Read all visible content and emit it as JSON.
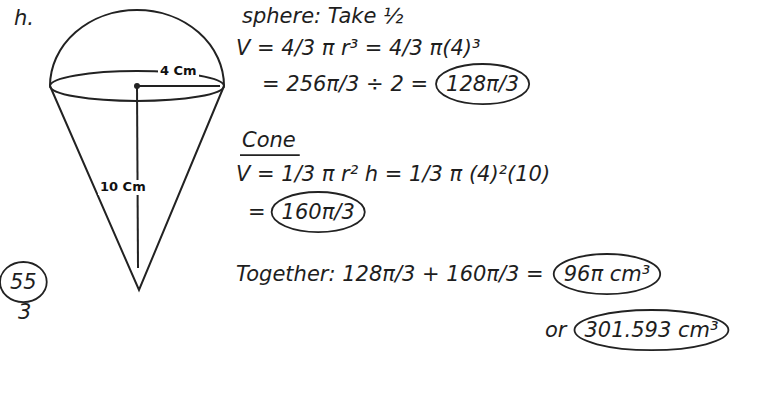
{
  "diagram": {
    "labels": [
      "h.",
      "4 Cm",
      "10 Cm",
      "sphere: Take ½",
      "V = 4/3 π r³ = 4/3 π(4)³",
      "= 256π/3 ÷ 2 =",
      "128π/3",
      "Cone",
      "V = 1/3 π r² h = 1/3 π (4)²(10)",
      "=",
      "160π/3",
      "Together: 128π/3 + 160π/3 =",
      "96π cm³",
      "or",
      "301.593 cm³",
      "55",
      "3"
    ]
  }
}
